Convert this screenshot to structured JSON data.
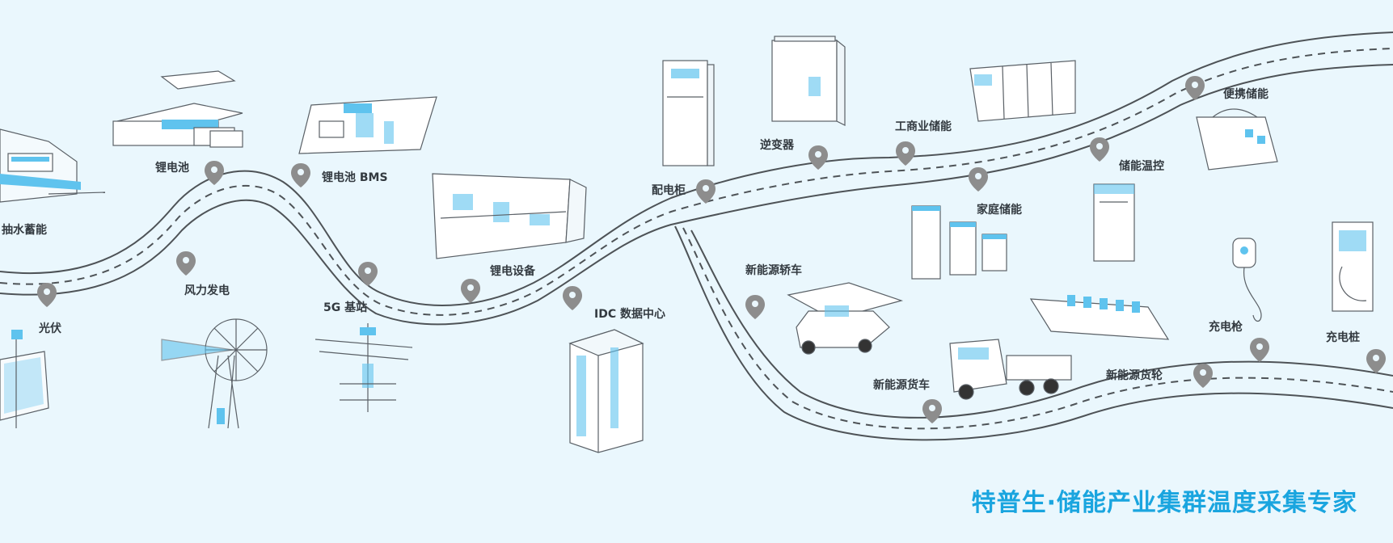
{
  "labels": {
    "pumped_hydro": "抽水蓄能",
    "photovoltaic": "光伏",
    "lithium_battery": "锂电池",
    "wind_power": "风力发电",
    "lithium_bms": "锂电池 BMS",
    "base_station_5g": "5G 基站",
    "lithium_equipment": "锂电设备",
    "idc_data_center": "IDC 数据中心",
    "distribution_cabinet": "配电柜",
    "inverter": "逆变器",
    "nev_sedan": "新能源轿车",
    "ci_storage": "工商业储能",
    "home_storage": "家庭储能",
    "nev_truck": "新能源货车",
    "storage_thermal": "储能温控",
    "portable_storage": "便携储能",
    "nev_cargo_ship": "新能源货轮",
    "charging_gun": "充电枪",
    "charging_pile": "充电桩"
  },
  "slogan": "特普生·储能产业集群温度采集专家",
  "colors": {
    "background": "#eaf7fd",
    "road": "#4e5357",
    "pin": "#8d8d8d",
    "accent": "#1aa5df",
    "text": "#333a40"
  }
}
